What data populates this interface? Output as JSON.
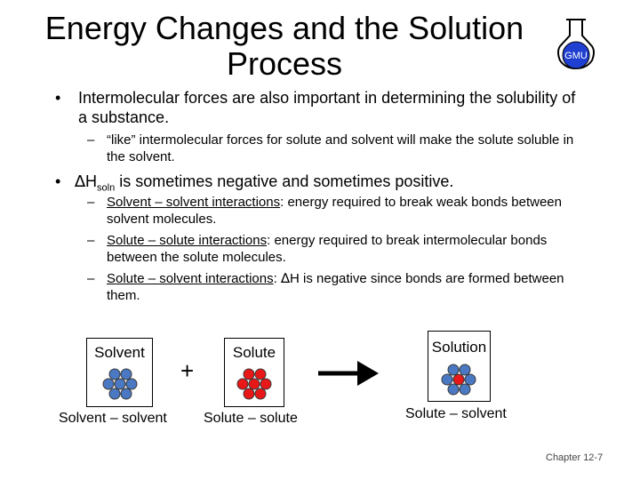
{
  "slide": {
    "title": "Energy Changes and the Solution\nProcess",
    "logo_text": "GMU",
    "bullet_symbol": "•",
    "dash_symbol": "–",
    "bullet1": "Intermolecular forces are also important in determining the solubility of a substance.",
    "bullet1_sub1": "“like” intermolecular forces for solute and solvent will make the solute soluble in the solvent.",
    "bullet2": {
      "delta": "∆",
      "h": "H",
      "sub": "soln",
      "rest": " is sometimes negative and sometimes positive."
    },
    "bullet2_subs": [
      {
        "term": "Solvent – solvent interactions",
        "rest": ": energy required to break weak bonds between solvent molecules."
      },
      {
        "term": "Solute – solute interactions",
        "rest": ": energy required to break intermolecular bonds between the solute molecules."
      },
      {
        "term": "Solute – solvent interactions",
        "rest_pre": ": ",
        "delta": "∆",
        "rest": "H is negative since bonds are formed between them."
      }
    ],
    "footer": "Chapter 12-7"
  },
  "diagram": {
    "solvent_label": "Solvent",
    "solute_label": "Solute",
    "solution_label": "Solution",
    "plus": "+",
    "caption_solvent": "Solvent – solvent",
    "caption_solute": "Solute – solute",
    "caption_solution": "Solute – solvent",
    "colors": {
      "solvent": "#4a78c2",
      "solute": "#e81818",
      "outline": "#3a3a3a"
    }
  }
}
